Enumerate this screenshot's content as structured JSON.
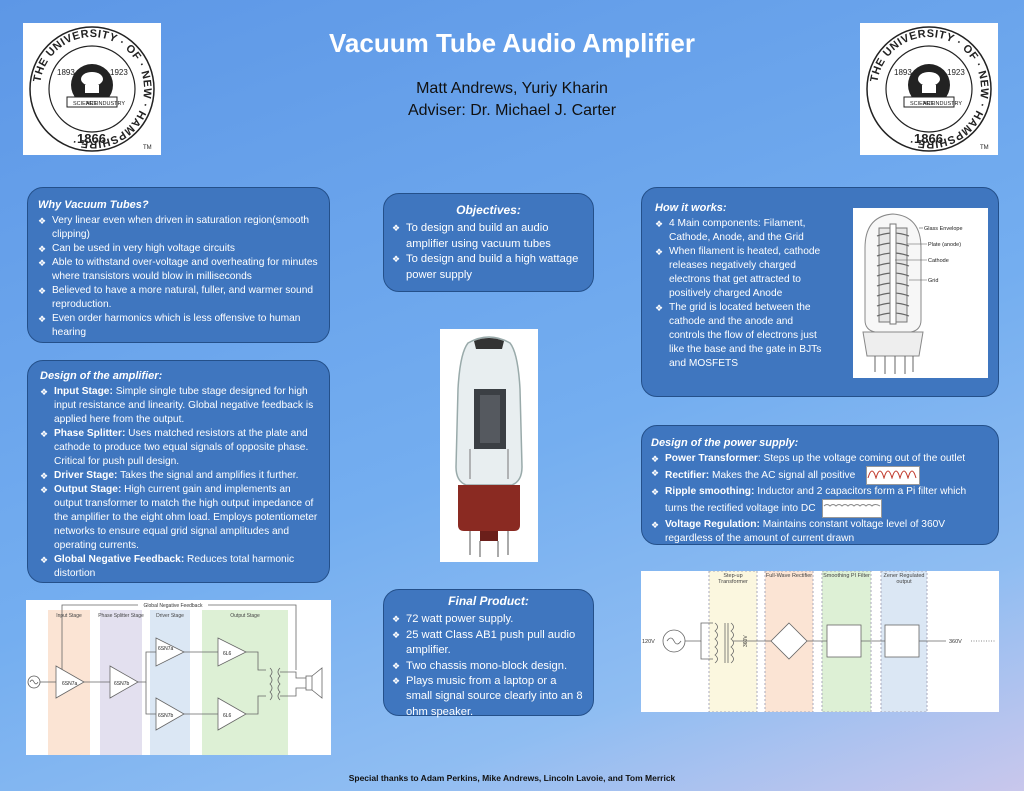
{
  "header": {
    "title": "Vacuum Tube Audio Amplifier",
    "authors": "Matt Andrews, Yuriy Kharin",
    "adviser": "Adviser: Dr. Michael J. Carter"
  },
  "seal": {
    "ring_text": "THE UNIVERSITY · OF · NEW · HAMPSHIRE ·",
    "year_bottom": "1866",
    "year_left": "1893",
    "year_right": "1923",
    "banner_left": "SCIENCE",
    "banner_center": "ART",
    "banner_right": "INDUSTRY",
    "tm": "TM"
  },
  "why": {
    "heading": "Why Vacuum Tubes?",
    "items": [
      "Very linear even when driven in saturation region(smooth clipping)",
      "Can be used in very high voltage circuits",
      "Able to withstand over-voltage and overheating for minutes where transistors would blow in milliseconds",
      "Believed to have a more natural, fuller, and warmer sound reproduction.",
      "Even order harmonics which is less offensive to  human hearing"
    ]
  },
  "objectives": {
    "heading": "Objectives:",
    "items": [
      "To design and build an audio amplifier using vacuum tubes",
      "To design and build a high wattage power supply"
    ]
  },
  "how": {
    "heading": "How it works:",
    "items": [
      "4 Main components: Filament, Cathode, Anode, and the Grid",
      "When filament is heated, cathode releases negatively charged electrons that get attracted to positively charged Anode",
      "The grid is located between the cathode and the anode and controls the flow of electrons just like the base and the gate in BJTs and MOSFETS"
    ],
    "diagram_labels": [
      "Glass Envelope",
      "Plate (anode)",
      "Cathode",
      "Grid"
    ]
  },
  "amp": {
    "heading": "Design of the amplifier:",
    "items": [
      {
        "term": "Input Stage:",
        "text": "  Simple single tube stage designed for high input resistance and linearity.   Global negative feedback is applied here from the  output."
      },
      {
        "term": "Phase Splitter:",
        "text": " Uses matched resistors at the plate and cathode to produce two equal signals of opposite phase.  Critical for push pull design."
      },
      {
        "term": "Driver Stage:",
        "text": " Takes the signal and amplifies it further."
      },
      {
        "term": "Output Stage:",
        "text": " High current gain and implements an output transformer to match the high output impedance of the amplifier to the eight ohm load. Employs potentiometer networks to ensure equal grid signal amplitudes and operating currents."
      },
      {
        "term": "Global Negative Feedback:",
        "text": " Reduces total harmonic distortion"
      }
    ]
  },
  "power": {
    "heading": "Design of the power supply:",
    "items": [
      {
        "term": "Power Transformer",
        "text": ": Steps up the voltage coming out of the outlet"
      },
      {
        "term": "Rectifier:",
        "text": " Makes the AC signal all positive"
      },
      {
        "term": "Ripple smoothing:",
        "text": " Inductor and 2 capacitors form a Pi filter which turns the rectified voltage into DC"
      },
      {
        "term": "Voltage Regulation:",
        "text": " Maintains constant voltage level of 360V regardless of the amount of current drawn"
      }
    ]
  },
  "final": {
    "heading": "Final Product:",
    "items": [
      "72 watt power supply.",
      "25 watt Class AB1 push pull audio amplifier.",
      "Two chassis mono-block design.",
      "Plays music from a laptop or a small signal source clearly into an 8 ohm speaker."
    ]
  },
  "amp_diagram": {
    "feedback_label": "Global Negative Feedback",
    "stages": [
      "Input Stage",
      "Phase Splitter Stage",
      "Driver Stage",
      "Output Stage"
    ],
    "tubes": [
      "6SN7a",
      "6SN7b",
      "6SN7a",
      "6SN7b",
      "6L6",
      "6L6"
    ]
  },
  "ps_diagram": {
    "blocks": [
      "Step-up Transformer",
      "Full-Wave Rectifier",
      "Smoothing PI Filter",
      "Zener Regulated output"
    ],
    "input_label": "120V",
    "mid_label": "360V",
    "output_label": "360V"
  },
  "footer": "Special thanks to Adam Perkins, Mike Andrews, Lincoln Lavoie, and Tom Merrick",
  "colors": {
    "panel": "#3f76bf",
    "panel_border": "#24508a",
    "background_top": "#5d97e6",
    "background_bottom": "#c9c7ec"
  }
}
